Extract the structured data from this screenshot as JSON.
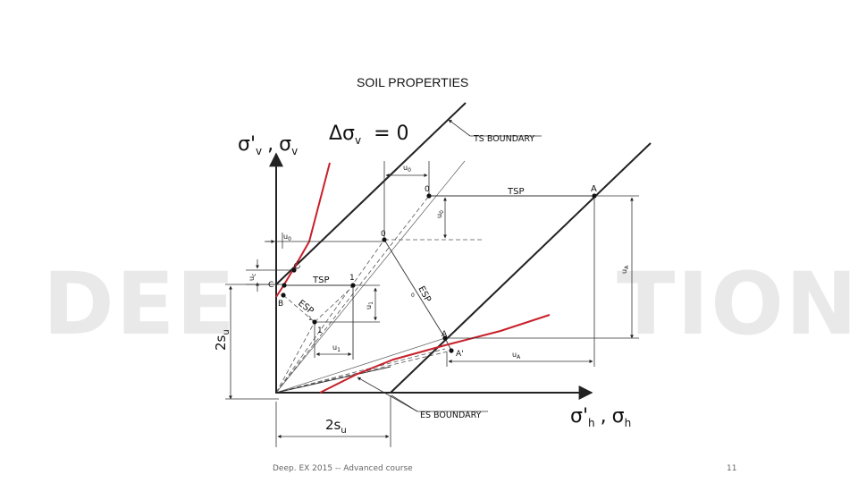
{
  "slide": {
    "title": "SOIL PROPERTIES",
    "footer_left": "Deep. EX 2015 -- Advanced course",
    "footer_right": "11",
    "watermark_left": "DEE",
    "watermark_right": "TION"
  },
  "diagram": {
    "y_axis_label_a": "σ'",
    "y_axis_sub_a": "v",
    "y_axis_sep": ",",
    "y_axis_label_b": "σ",
    "y_axis_sub_b": "v",
    "x_axis_label_a": "σ'",
    "x_axis_sub_a": "h",
    "x_axis_sep": ",",
    "x_axis_label_b": "σ",
    "x_axis_sub_b": "h",
    "condition_symbol": "Δσ",
    "condition_sub": "v",
    "condition_rest": "= 0",
    "ts_boundary": "TS BOUNDARY",
    "es_boundary": "ES BOUNDARY",
    "tsp_top": "TSP",
    "tsp_mid": "TSP",
    "esp_left": "ESP",
    "esp_right": "ESP",
    "two_su_left": "2s",
    "two_su_left_sub": "u",
    "two_su_bottom": "2s",
    "two_su_bottom_sub": "u",
    "pt_0_top": "0",
    "pt_0_mid": "0",
    "pt_A": "A",
    "pt_A_prime": "A'",
    "pt_C": "C",
    "pt_C_prime": "C'",
    "pt_B": "B",
    "pt_1_upper": "1",
    "pt_1_lower": "1",
    "u0_top": "u",
    "u0_top_sub": "0",
    "u0_vert": "u",
    "u0_vert_sub": "0",
    "u0_left": "u",
    "u0_left_sub": "0",
    "uc": "u",
    "uc_sub": "c",
    "u1_vert": "u",
    "u1_vert_sub": "1",
    "u1_horiz": "u",
    "u1_horiz_sub": "1",
    "uA_vert": "u",
    "uA_vert_sub": "A",
    "uA_horiz": "u",
    "uA_horiz_sub": "A",
    "sub_1": "1",
    "sub_0": "0"
  }
}
